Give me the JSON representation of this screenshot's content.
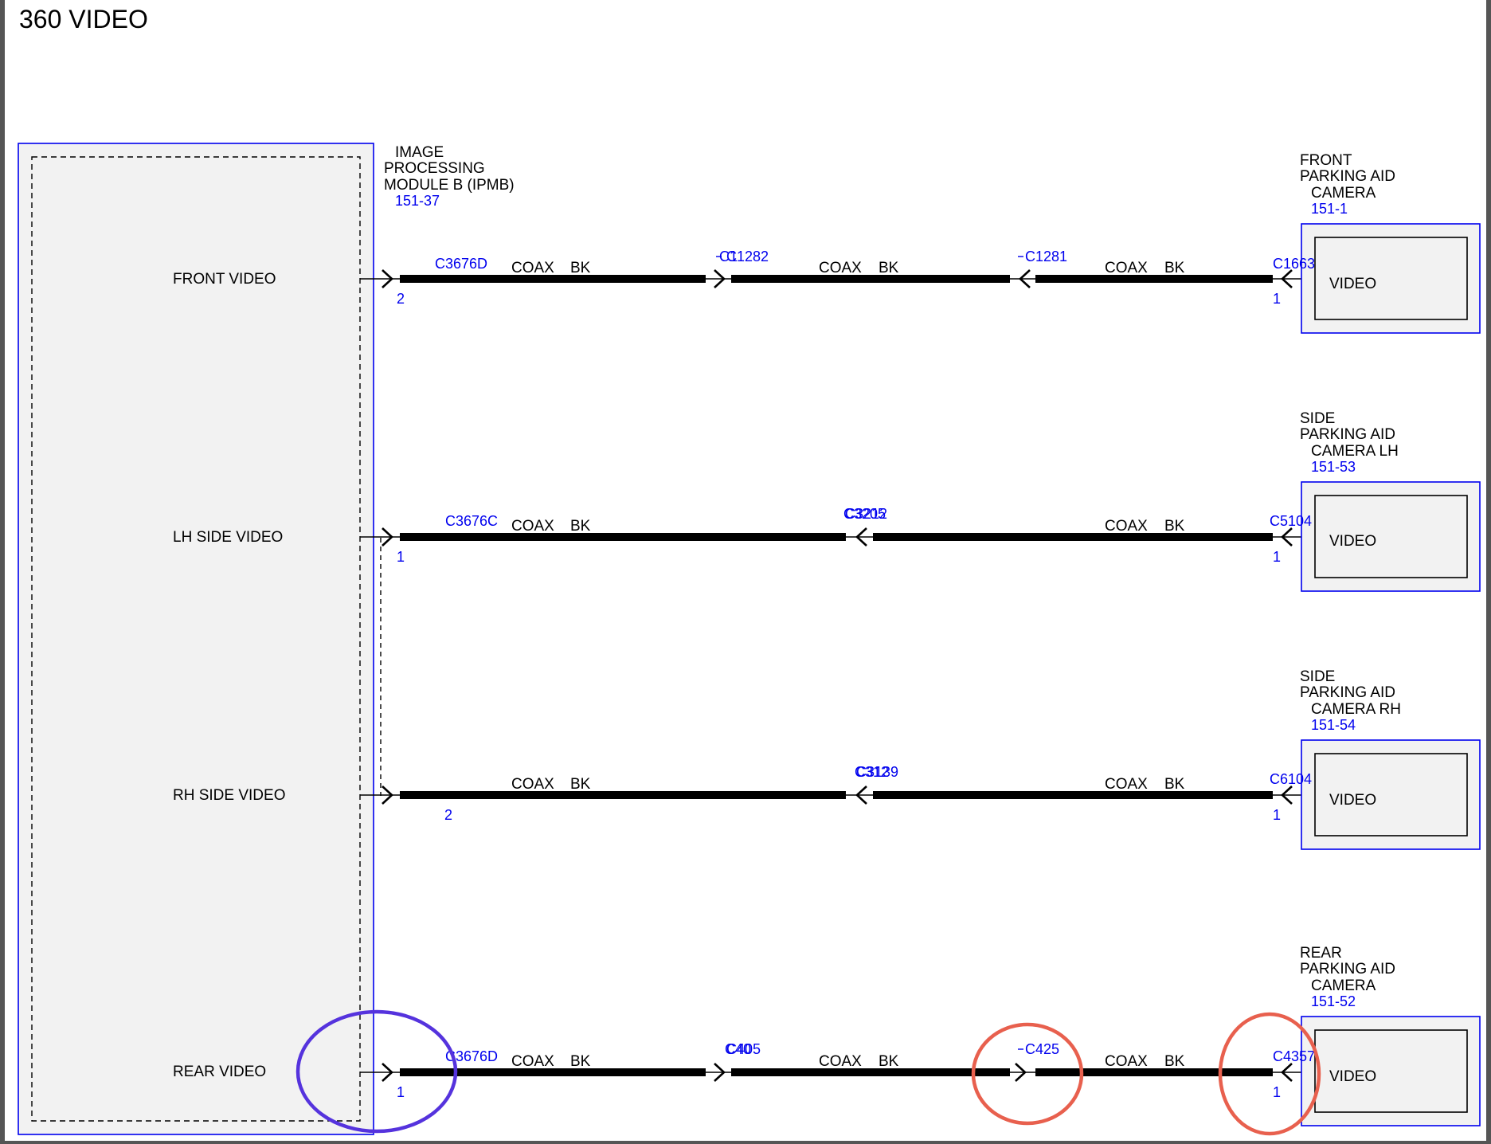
{
  "title": "360 VIDEO",
  "colors": {
    "connector_blue": "#0000ee",
    "wire": "#000000",
    "module_fill": "#f2f2f2",
    "annotation_purple": "#5533dd",
    "annotation_red": "#e8604e"
  },
  "module": {
    "name_lines": [
      "IMAGE",
      "PROCESSING",
      "MODULE B (IPMB)"
    ],
    "ref": "151-37"
  },
  "rows": [
    {
      "id": "front",
      "signal": "FRONT VIDEO",
      "module_connector": "C3676D",
      "module_pin": "2",
      "inline": [
        {
          "label": "C1282",
          "overlap": "C1"
        },
        {
          "label": "C1281"
        }
      ],
      "wire_labels": [
        {
          "type": "COAX",
          "color": "BK"
        },
        {
          "type": "COAX",
          "color": "BK"
        },
        {
          "type": "COAX",
          "color": "BK"
        }
      ],
      "camera": {
        "name_lines": [
          "FRONT",
          "PARKING AID",
          "CAMERA"
        ],
        "ref": "151-1",
        "connector": "C1663",
        "pin": "1",
        "terminal": "VIDEO"
      }
    },
    {
      "id": "lh",
      "signal": "LH SIDE VIDEO",
      "module_connector": "C3676C",
      "module_pin": "1",
      "inline": [
        {
          "label": "C3205",
          "overlap": "C3212"
        }
      ],
      "wire_labels": [
        {
          "type": "COAX",
          "color": "BK"
        },
        {
          "type": "COAX",
          "color": "BK"
        }
      ],
      "camera": {
        "name_lines": [
          "SIDE",
          "PARKING AID",
          "CAMERA LH"
        ],
        "ref": "151-53",
        "connector": "C5104",
        "pin": "1",
        "terminal": "VIDEO"
      }
    },
    {
      "id": "rh",
      "signal": "RH SIDE VIDEO",
      "module_connector": "",
      "module_pin": "2",
      "inline": [
        {
          "label": "C3139",
          "overlap": "C312"
        }
      ],
      "wire_labels": [
        {
          "type": "COAX",
          "color": "BK"
        },
        {
          "type": "COAX",
          "color": "BK"
        }
      ],
      "camera": {
        "name_lines": [
          "SIDE",
          "PARKING AID",
          "CAMERA RH"
        ],
        "ref": "151-54",
        "connector": "C6104",
        "pin": "1",
        "terminal": "VIDEO"
      }
    },
    {
      "id": "rear",
      "signal": "REAR VIDEO",
      "module_connector": "C3676D",
      "module_pin": "1",
      "inline": [
        {
          "label": "C405",
          "overlap": "C40"
        },
        {
          "label": "C425"
        }
      ],
      "wire_labels": [
        {
          "type": "COAX",
          "color": "BK"
        },
        {
          "type": "COAX",
          "color": "BK"
        },
        {
          "type": "COAX",
          "color": "BK"
        }
      ],
      "camera": {
        "name_lines": [
          "REAR",
          "PARKING AID",
          "CAMERA"
        ],
        "ref": "151-52",
        "connector": "C4357",
        "pin": "1",
        "terminal": "VIDEO"
      }
    }
  ],
  "annotations": [
    {
      "shape": "ellipse",
      "color": "purple",
      "marks": "module connector C3676D, rear video"
    },
    {
      "shape": "ellipse",
      "color": "red",
      "marks": "inline connector C425"
    },
    {
      "shape": "ellipse",
      "color": "red",
      "marks": "camera connector C4357"
    }
  ]
}
